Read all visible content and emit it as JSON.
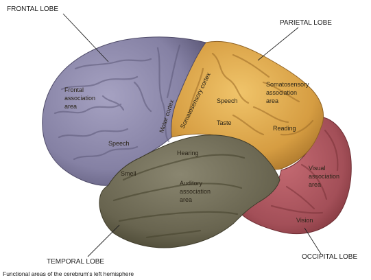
{
  "lobes": {
    "frontal": "FRONTAL LOBE",
    "parietal": "PARIETAL LOBE",
    "temporal": "TEMPORAL LOBE",
    "occipital": "OCCIPITAL LOBE"
  },
  "areas": {
    "frontal_association_1": "Frontal",
    "frontal_association_2": "association",
    "frontal_association_3": "area",
    "motor_cortex": "Motor cortex",
    "somatosensory_cortex": "Somatosensory cortex",
    "somatosensory_association_1": "Somatosensory",
    "somatosensory_association_2": "association",
    "somatosensory_association_3": "area",
    "speech_parietal": "Speech",
    "taste": "Taste",
    "reading": "Reading",
    "speech_frontal": "Speech",
    "hearing": "Hearing",
    "smell": "Smell",
    "auditory_association_1": "Auditory",
    "auditory_association_2": "association",
    "auditory_association_3": "area",
    "visual_association_1": "Visual",
    "visual_association_2": "association",
    "visual_association_3": "area",
    "vision": "Vision"
  },
  "caption": "Functional areas of the cerebrum's left hemisphere",
  "colors": {
    "frontal": "#8a86a8",
    "parietal": "#d9a34a",
    "temporal": "#6f6a58",
    "occipital": "#a8505a"
  }
}
